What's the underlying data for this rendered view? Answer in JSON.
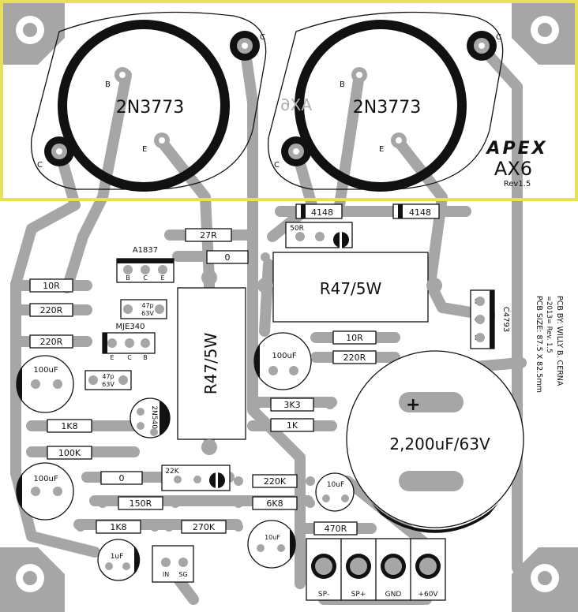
{
  "transistors": [
    {
      "part": "2N3773",
      "pin_b": "B",
      "pin_c": "C",
      "pin_e": "E"
    },
    {
      "part": "2N3773",
      "pin_b": "B",
      "pin_c": "C",
      "pin_e": "E"
    }
  ],
  "logo": {
    "brand": "APEX",
    "model": "AX6",
    "rev": "Rev1.5",
    "mirror": "AX6"
  },
  "credits": {
    "line1": "PCB BY: WILLY B. CERNA",
    "line2": "=2013= Rev. 1.5",
    "line3": "PCB SIZE: 87.5 X 82.5mm"
  },
  "diodes": [
    "4148",
    "4148"
  ],
  "resistors": {
    "r27r": "27R",
    "r0a": "0",
    "r10r_left": "10R",
    "r220r_a": "220R",
    "r220r_b": "220R",
    "r47_5w_h": "R47/5W",
    "r47_5w_v": "R47/5W",
    "r10r_right": "10R",
    "r220r_right": "220R",
    "r3k3": "3K3",
    "r1k": "1K",
    "r1k8_a": "1K8",
    "r100k": "100K",
    "r0b": "0",
    "r220k": "220K",
    "r150r": "150R",
    "r6k8": "6K8",
    "r1k8_b": "1K8",
    "r270k": "270K",
    "r470r": "470R"
  },
  "trimmers": {
    "t50r": "50R",
    "t22k": "22K"
  },
  "ics": {
    "a1837": "A1837",
    "mje340": "MJE340",
    "c4793": "C4793",
    "n5401": "2N5401"
  },
  "pins_bce": [
    "B",
    "C",
    "E"
  ],
  "pins_ecb": [
    "E",
    "C",
    "B"
  ],
  "pins_bce_v": [
    "B",
    "C",
    "E"
  ],
  "capacitors": {
    "c47p_a_1": "47p",
    "c47p_a_2": "63V",
    "c47p_b_1": "47p",
    "c47p_b_2": "63V",
    "c100uf_a": "100uF",
    "c100uf_b": "100uF",
    "c100uf_c": "100uF",
    "c10uf_a": "10uF",
    "c10uf_b": "10uF",
    "c1uf": "1uF",
    "cbig": "2,200uF/63V"
  },
  "polarity": {
    "plus": "+"
  },
  "input_pins": [
    "IN",
    "SG"
  ],
  "terminals": [
    "SP-",
    "SP+",
    "GND",
    "+60V"
  ],
  "colors": {
    "trace": "#a6a6a6",
    "ink": "#111111",
    "highlight": "#e8e05a",
    "board": "#ffffff"
  }
}
